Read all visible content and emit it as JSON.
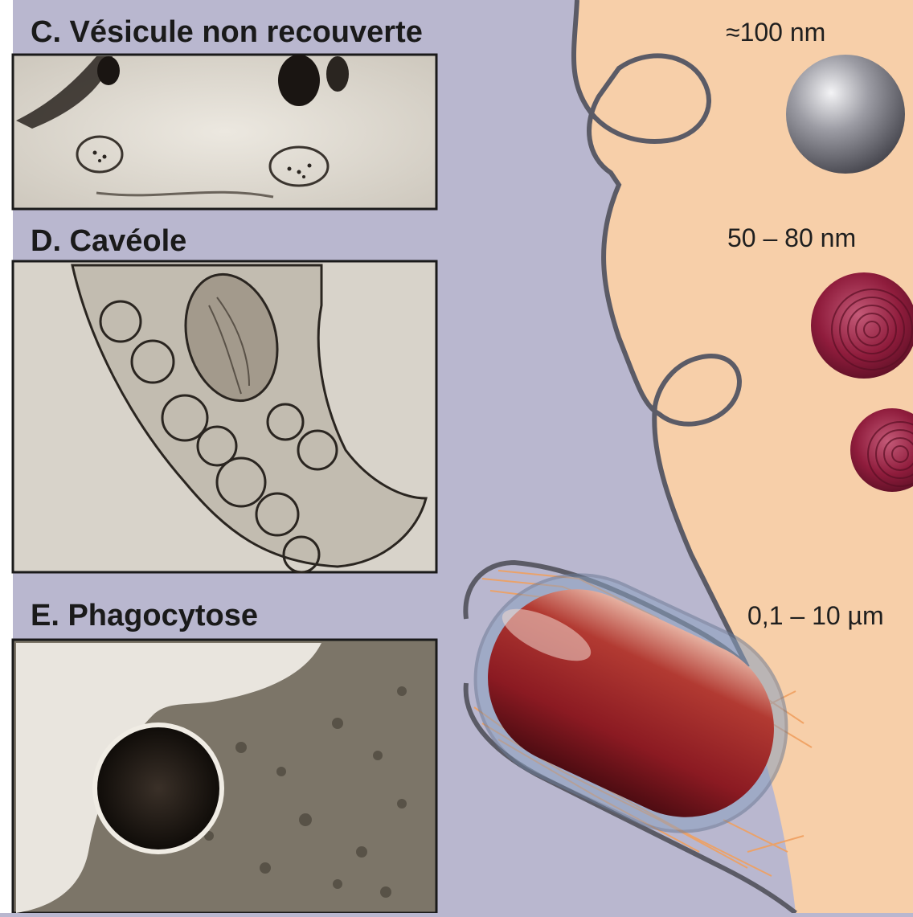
{
  "sections": [
    {
      "title": "C. Vésicule non recouverte",
      "size": "≈100 nm",
      "micrograph": "vesicle-micrograph"
    },
    {
      "title": "D. Cavéole",
      "size": "50 – 80 nm",
      "micrograph": "caveola-micrograph"
    },
    {
      "title": "E. Phagocytose",
      "size": "0,1 – 10 µm",
      "micrograph": "phagocytosis-micrograph"
    }
  ],
  "colors": {
    "extracellular": "#b9b7cf",
    "cytoplasm": "#f7cfa9",
    "membrane": "#5b5b66",
    "vesicle": "#8a8a92",
    "caveola": "#8f1c3c",
    "bacterium": "#8b1a22",
    "actin": "#f0a060"
  }
}
